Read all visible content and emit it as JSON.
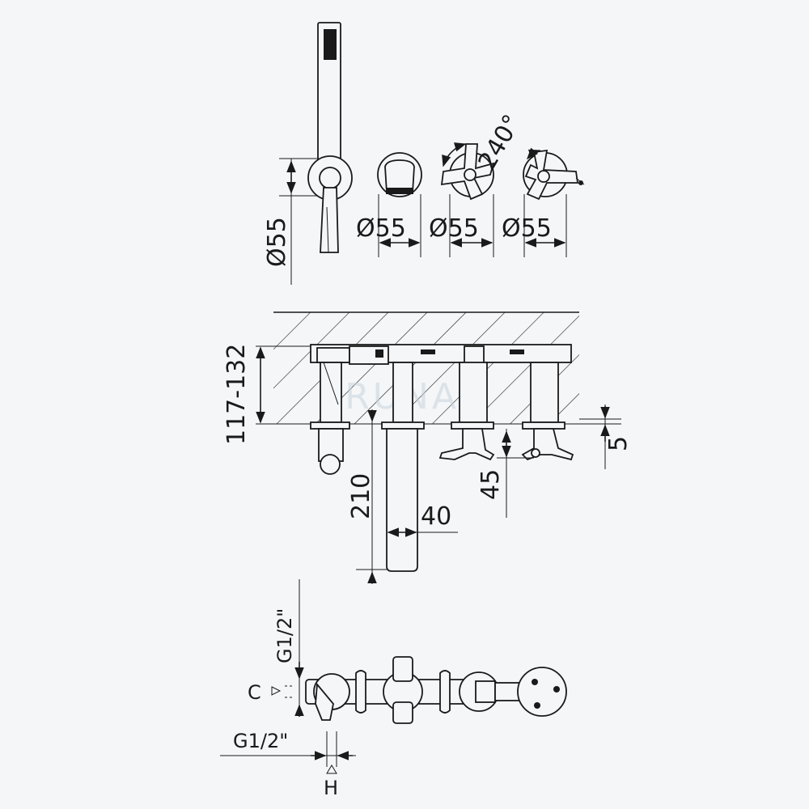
{
  "top_view": {
    "handshower_diameter": "Ø55",
    "spout_diameter": "Ø55",
    "handle_left_diameter": "Ø55",
    "handle_right_diameter": "Ø55",
    "rotation_angle": "240°",
    "dims": {
      "d_symbol": "Ø",
      "d55": "55"
    }
  },
  "section_view": {
    "wall_depth_range": "117-132",
    "spout_projection": "210",
    "spout_width": "40",
    "handle_height": "45",
    "rosette_gap": "5",
    "watermark": "BRUNA"
  },
  "plan_view": {
    "inlet_top": "G1/2\"",
    "inlet_bottom": "G1/2\"",
    "cold_label": "C",
    "hot_label": "H"
  },
  "colors": {
    "background": "#f4f6f8",
    "ink": "#1a1a1a"
  }
}
